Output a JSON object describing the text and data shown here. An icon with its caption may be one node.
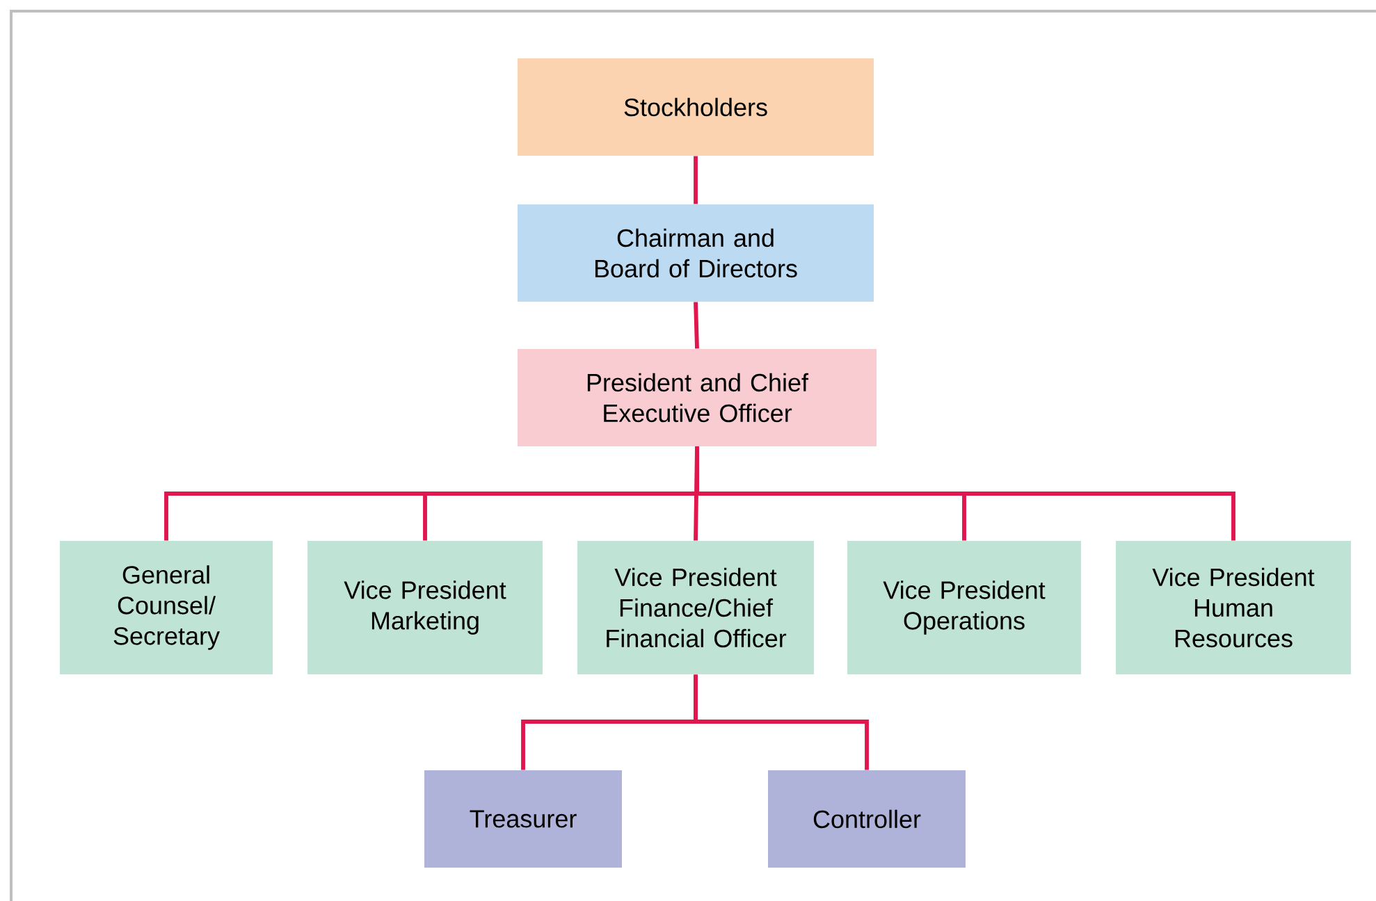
{
  "diagram": {
    "nodes": [
      {
        "text": [
          "Stockholders"
        ]
      },
      {
        "text": [
          "Chairman and Board of Directors"
        ]
      },
      {
        "text": [
          "President and Chief Executive Officer"
        ]
      },
      {
        "text": [
          "General Counsel/ Secretary"
        ]
      },
      {
        "text": [
          "Vice President Marketing"
        ]
      },
      {
        "text": [
          "Vice President Finance/Chief Financial Officer"
        ]
      },
      {
        "text": [
          "Vice President Operations"
        ]
      },
      {
        "text": [
          "Vice President Human Resources"
        ]
      },
      {
        "text": [
          "Treasurer"
        ]
      },
      {
        "text": [
          "Controller"
        ]
      }
    ],
    "edges": [
      {
        "from": 0,
        "to": 1,
        "arrow": "none"
      },
      {
        "from": 1,
        "to": 2,
        "arrow": "none"
      },
      {
        "from": 2,
        "to": 3,
        "arrow": "none"
      },
      {
        "from": 2,
        "to": 4,
        "arrow": "none"
      },
      {
        "from": 2,
        "to": 5,
        "arrow": "none"
      },
      {
        "from": 2,
        "to": 6,
        "arrow": "none"
      },
      {
        "from": 2,
        "to": 7,
        "arrow": "none"
      },
      {
        "from": 5,
        "to": 8,
        "arrow": "none"
      },
      {
        "from": 5,
        "to": 9,
        "arrow": "none"
      }
    ]
  }
}
